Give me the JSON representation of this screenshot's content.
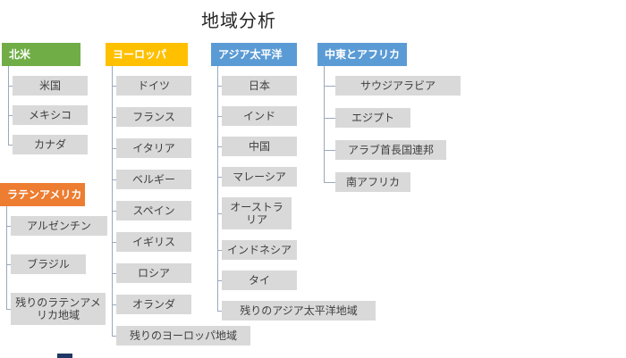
{
  "title": "地域分析",
  "colors": {
    "north_america": "#70AD47",
    "europe": "#FFC000",
    "asia_pacific": "#5B9BD5",
    "middle_east_africa": "#5B9BD5",
    "latin_america": "#ED7D31",
    "child_box_bg": "#D9D9D9",
    "child_box_text": "#3F3F3F",
    "connector": "#9AA9BB"
  },
  "groups": {
    "north_america": {
      "label": "北米",
      "children": [
        "米国",
        "メキシコ",
        "カナダ"
      ]
    },
    "europe": {
      "label": "ヨーロッパ",
      "children": [
        "ドイツ",
        "フランス",
        "イタリア",
        "ベルギー",
        "スペイン",
        "イギリス",
        "ロシア",
        "オランダ",
        "残りのヨーロッパ地域"
      ]
    },
    "asia_pacific": {
      "label": "アジア太平洋",
      "children": [
        "日本",
        "インド",
        "中国",
        "マレーシア",
        "オーストラリア",
        "インドネシア",
        "タイ",
        "残りのアジア太平洋地域"
      ]
    },
    "middle_east_africa": {
      "label": "中東とアフリカ",
      "children": [
        "サウジアラビア",
        "エジプト",
        "アラブ首長国連邦",
        "南アフリカ"
      ]
    },
    "latin_america": {
      "label": "ラテンアメリカ",
      "children": [
        "アルゼンチン",
        "ブラジル",
        "残りのラテンアメリカ地域"
      ]
    }
  }
}
